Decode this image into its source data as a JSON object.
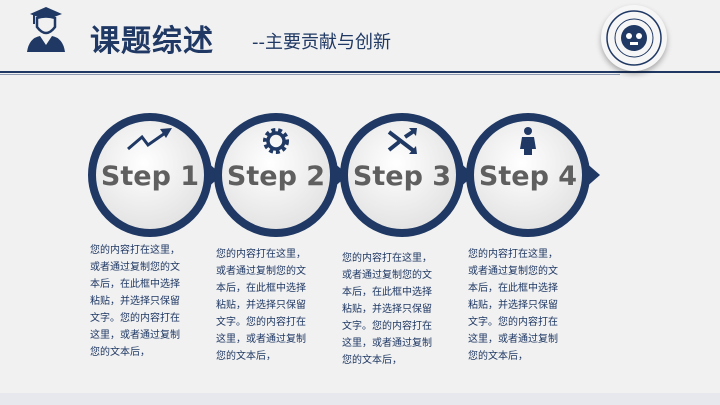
{
  "header": {
    "title": "课题综述",
    "subtitle": "--主要贡献与创新",
    "icon": "graduate-user-icon",
    "logo": "university-seal-logo"
  },
  "colors": {
    "primary": "#1f3864",
    "text_gray": "#5f5f5f",
    "background": "#f1f1f1"
  },
  "steps": [
    {
      "label": "Step 1",
      "icon": "trend-arrow-icon",
      "lines": [
        "您的内容打在这里，",
        "或者通过复制您的文",
        "本后，在此框中选择",
        "粘贴，并选择只保留",
        "文字。您的内容打在",
        "这里，或者通过复制",
        "您的文本后，"
      ]
    },
    {
      "label": "Step 2",
      "icon": "gear-icon",
      "lines": [
        "您的内容打在这里，",
        "或者通过复制您的文",
        "本后，在此框中选择",
        "粘贴，并选择只保留",
        "文字。您的内容打在",
        "这里，或者通过复制",
        "您的文本后，"
      ]
    },
    {
      "label": "Step 3",
      "icon": "shuffle-icon",
      "lines": [
        "您的内容打在这里，",
        "或者通过复制您的文",
        "本后，在此框中选择",
        "粘贴，并选择只保留",
        "文字。您的内容打在",
        "这里，或者通过复制",
        "您的文本后，"
      ]
    },
    {
      "label": "Step 4",
      "icon": "person-icon",
      "lines": [
        "您的内容打在这里，",
        "或者通过复制您的文",
        "本后，在此框中选择",
        "粘贴，并选择只保留",
        "文字。您的内容打在",
        "这里，或者通过复制",
        "您的文本后，"
      ]
    }
  ]
}
